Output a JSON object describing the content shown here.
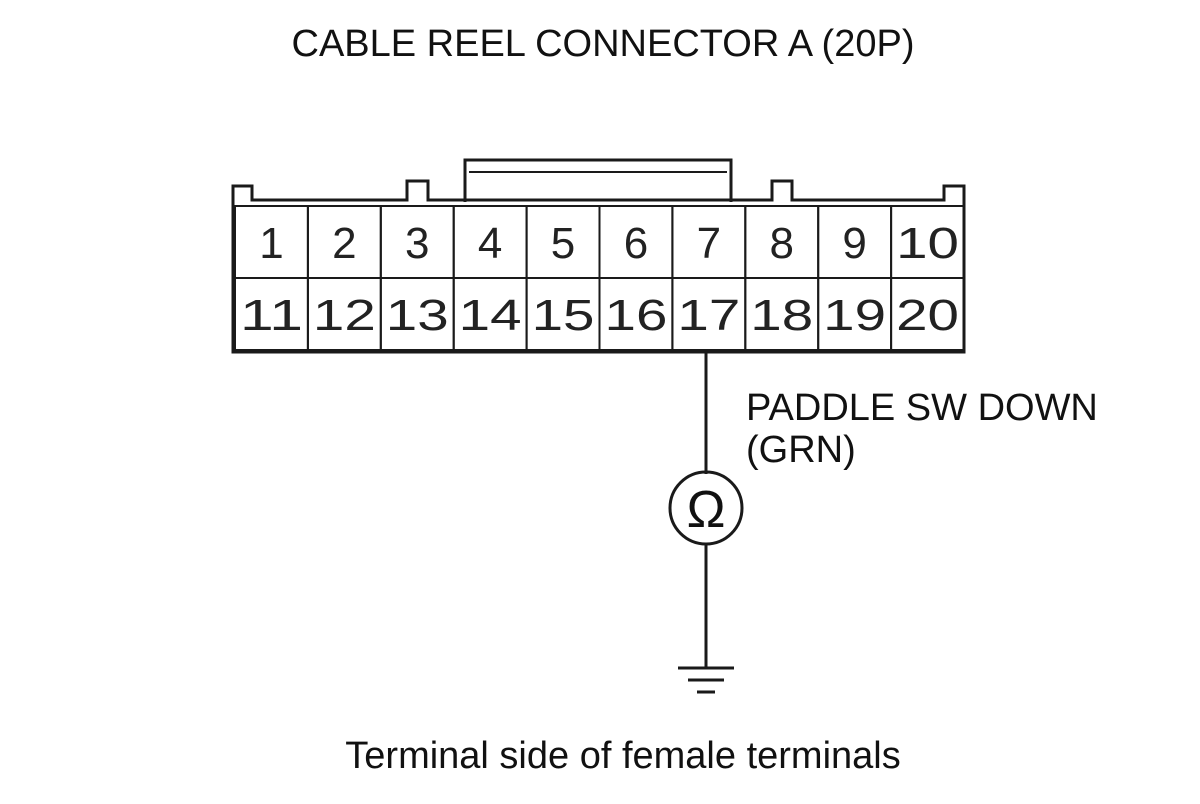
{
  "title": "CABLE REEL CONNECTOR A (20P)",
  "connector": {
    "row1": [
      "1",
      "2",
      "3",
      "4",
      "5",
      "6",
      "7",
      "8",
      "9",
      "10"
    ],
    "row2": [
      "11",
      "12",
      "13",
      "14",
      "15",
      "16",
      "17",
      "18",
      "19",
      "20"
    ],
    "probed_terminal": "17"
  },
  "wire_label_line1": "PADDLE SW DOWN",
  "wire_label_line2": "(GRN)",
  "meter_symbol": "Ω",
  "caption": "Terminal side of female terminals"
}
